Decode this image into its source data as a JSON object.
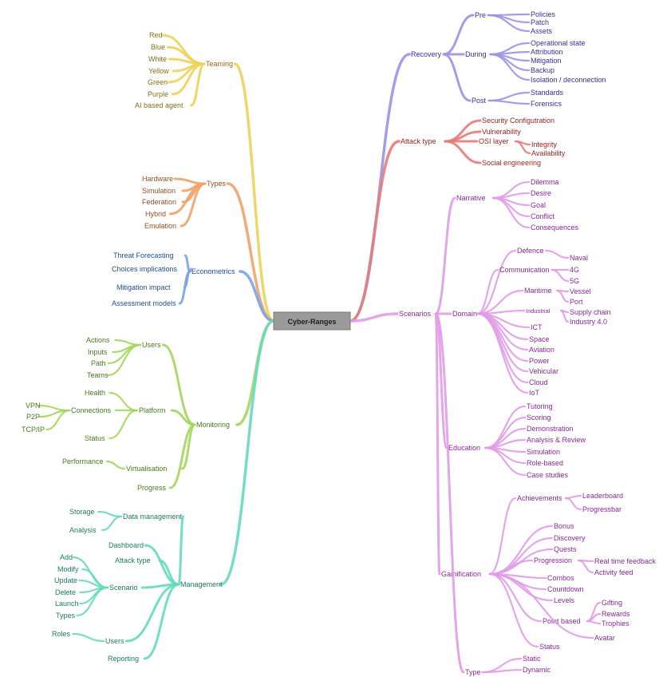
{
  "title": "Cyber-Ranges",
  "branches": [
    {
      "label": "Teaming",
      "color": "#ecd35a",
      "text_color": "#8a6d1a",
      "children": [
        {
          "label": "Red"
        },
        {
          "label": "Blue"
        },
        {
          "label": "White"
        },
        {
          "label": "Yellow"
        },
        {
          "label": "Green"
        },
        {
          "label": "Purple"
        },
        {
          "label": "AI based agent"
        }
      ]
    },
    {
      "label": "Types",
      "color": "#eea26a",
      "text_color": "#9a4f1f",
      "children": [
        {
          "label": "Hardware"
        },
        {
          "label": "Simulation"
        },
        {
          "label": "Federation"
        },
        {
          "label": "Hybrid"
        },
        {
          "label": "Emulation"
        }
      ]
    },
    {
      "label": "Econometrics",
      "color": "#78a4e4",
      "text_color": "#1f4f9a",
      "children": [
        {
          "label": "Threat Forecasting"
        },
        {
          "label": "Choices implications"
        },
        {
          "label": "Mitigation impact"
        },
        {
          "label": "Assessment models"
        }
      ]
    },
    {
      "label": "Monitoring",
      "color": "#a3d65c",
      "text_color": "#4a7a1e",
      "children": [
        {
          "label": "Users",
          "children": [
            {
              "label": "Actions"
            },
            {
              "label": "Inputs"
            },
            {
              "label": "Path"
            },
            {
              "label": "Teams"
            }
          ]
        },
        {
          "label": "Platform",
          "children": [
            {
              "label": "Health"
            },
            {
              "label": "Connections",
              "children": [
                {
                  "label": "VPN"
                },
                {
                  "label": "P2P"
                },
                {
                  "label": "TCP/IP"
                }
              ]
            },
            {
              "label": "Status"
            }
          ]
        },
        {
          "label": "Virtualisation",
          "children": [
            {
              "label": "Performance"
            }
          ]
        },
        {
          "label": "Progress"
        }
      ]
    },
    {
      "label": "Management",
      "color": "#66d9be",
      "text_color": "#1f7a66",
      "children": [
        {
          "label": "Data management",
          "children": [
            {
              "label": "Storage"
            },
            {
              "label": "Analysis"
            }
          ]
        },
        {
          "label": "Dashboard"
        },
        {
          "label": "Attack type"
        },
        {
          "label": "Scenario",
          "children": [
            {
              "label": "Add"
            },
            {
              "label": "Modify"
            },
            {
              "label": "Update"
            },
            {
              "label": "Delete"
            },
            {
              "label": "Launch"
            },
            {
              "label": "Types"
            }
          ]
        },
        {
          "label": "Users",
          "children": [
            {
              "label": "Roles"
            }
          ]
        },
        {
          "label": "Reporting"
        }
      ]
    },
    {
      "label": "Recovery",
      "color": "#9a93e8",
      "text_color": "#3a2f9a",
      "children": [
        {
          "label": "Pre",
          "children": [
            {
              "label": "Policies"
            },
            {
              "label": "Patch"
            },
            {
              "label": "Assets"
            }
          ]
        },
        {
          "label": "During",
          "children": [
            {
              "label": "Operational state"
            },
            {
              "label": "Attribution"
            },
            {
              "label": "Mitigation"
            },
            {
              "label": "Backup"
            },
            {
              "label": "Isolation / deconnection"
            }
          ]
        },
        {
          "label": "Post",
          "children": [
            {
              "label": "Standards"
            },
            {
              "label": "Forensics"
            }
          ]
        }
      ]
    },
    {
      "label": "Attack type",
      "color": "#e77b78",
      "text_color": "#9a2420",
      "children": [
        {
          "label": "Security Configutration"
        },
        {
          "label": "Vulnerability"
        },
        {
          "label": "OSI layer",
          "children": [
            {
              "label": "Integrity"
            },
            {
              "label": "Availability"
            }
          ]
        },
        {
          "label": "Social engineering"
        }
      ]
    },
    {
      "label": "Scenarios",
      "color": "#e19ce8",
      "text_color": "#8a2a9a",
      "children": [
        {
          "label": "Narrative",
          "children": [
            {
              "label": "Dilemma"
            },
            {
              "label": "Desire"
            },
            {
              "label": "Goal"
            },
            {
              "label": "Conflict"
            },
            {
              "label": "Consequences"
            }
          ]
        },
        {
          "label": "Domain",
          "children": [
            {
              "label": "Defence",
              "children": [
                {
                  "label": "Naval"
                }
              ]
            },
            {
              "label": "Communication",
              "children": [
                {
                  "label": "4G"
                },
                {
                  "label": "5G"
                }
              ]
            },
            {
              "label": "Maritime",
              "children": [
                {
                  "label": "Vessel"
                },
                {
                  "label": "Port"
                }
              ]
            },
            {
              "label": "Industrial",
              "children": [
                {
                  "label": "Supply chain"
                },
                {
                  "label": "Industry 4.0"
                }
              ]
            },
            {
              "label": "ICT"
            },
            {
              "label": "Space"
            },
            {
              "label": "Aviation"
            },
            {
              "label": "Power"
            },
            {
              "label": "Vehicular"
            },
            {
              "label": "Cloud"
            },
            {
              "label": "IoT"
            }
          ]
        },
        {
          "label": "Education",
          "children": [
            {
              "label": "Tutoring"
            },
            {
              "label": "Scoring"
            },
            {
              "label": "Demonstration"
            },
            {
              "label": "Analysis & Review"
            },
            {
              "label": "Simulation"
            },
            {
              "label": "Role-based"
            },
            {
              "label": "Case studies"
            }
          ]
        },
        {
          "label": "Gamification",
          "children": [
            {
              "label": "Achievements",
              "children": [
                {
                  "label": "Leaderboard"
                },
                {
                  "label": "Progressbar"
                }
              ]
            },
            {
              "label": "Bonus"
            },
            {
              "label": "Discovery"
            },
            {
              "label": "Quests"
            },
            {
              "label": "Progression",
              "children": [
                {
                  "label": "Real time feedback"
                },
                {
                  "label": "Activity feed"
                }
              ]
            },
            {
              "label": "Combos"
            },
            {
              "label": "Countdown"
            },
            {
              "label": "Levels"
            },
            {
              "label": "Point based",
              "children": [
                {
                  "label": "Gifting"
                },
                {
                  "label": "Rewards"
                },
                {
                  "label": "Trophies"
                }
              ]
            },
            {
              "label": "Avatar"
            },
            {
              "label": "Status"
            }
          ]
        },
        {
          "label": "Type",
          "children": [
            {
              "label": "Static"
            },
            {
              "label": "Dynamic"
            }
          ]
        }
      ]
    }
  ]
}
